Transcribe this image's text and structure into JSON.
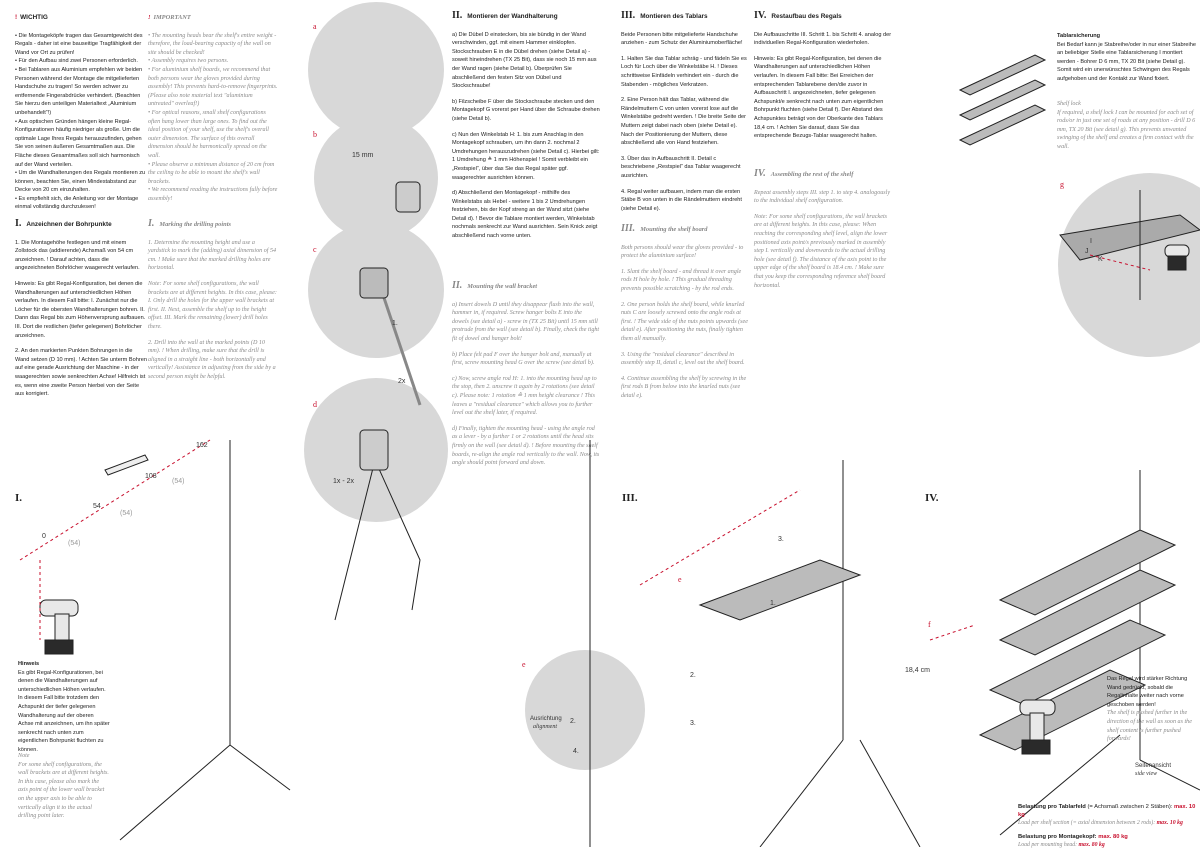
{
  "warn_de": {
    "title": "WICHTIG",
    "items": [
      "• Die Montageköpfe tragen das Gesamtgewicht des Regals - daher ist eine bauseitige Tragfähigkeit der Wand vor Ort zu prüfen!",
      "• Für den Aufbau sind zwei Personen erforderlich.",
      "• Bei Tablaren aus Aluminium empfehlen wir beiden Personen während der Montage die mitgelieferten Handschuhe zu tragen! So werden schwer zu entfernende Fingerabdrücke verhindert. (Beachten Sie hierzu den unteiligen Materialtext „Aluminium unbehandelt“!)",
      "• Aus optischen Gründen hängen kleine Regal-Konfigurationen häufig niedriger als große. Um die optimale Lage Ihres Regals herauszufinden, gehen Sie von seinen äußeren Gesamtmaßen aus. Die Fläche dieses Gesamtmaßes soll sich harmonisch auf der Wand verteilen.",
      "• Um die Wandhalterungen des Regals montieren zu können, beachten Sie, einen Mindestabstand zur Decke von 20 cm einzuhalten.",
      "• Es empfiehlt sich, die Anleitung vor der Montage einmal vollständig durchzulesen!"
    ]
  },
  "warn_en": {
    "title": "IMPORTANT",
    "items": [
      "• The mounting heads bear the shelf's entire weight - therefore, the load-bearing capacity of the wall on site should be checked!",
      "• Assembly requires two persons.",
      "• For aluminium shelf boards, we recommend that both persons wear the gloves provided during assembly! This prevents hard-to-remove fingerprints. (Please also note material text \"aluminium untreated\" overleaf!)",
      "• For optical reasons, small shelf configurations often hang lower than large ones. To find out the ideal position of your shelf, use the shelf's overall outer dimension. The surface of this overall dimension should be harmonically spread on the wall.",
      "• Please observe a minimum distance of 20 cm from the ceiling to be able to mount the shelf's wall brackets.",
      "• We recommend reading the instructions fully before assembly!"
    ]
  },
  "s1_de": {
    "num": "I.",
    "title": "Anzeichnen der Bohrpunkte",
    "items": [
      "1. Die Montagehöhe festlegen und mit einem Zollstock das (addierende) Achsmaß von 54 cm anzeichnen. ! Darauf achten, dass die angezeichneten Bohrlöcher waagerecht verlaufen.",
      "Hinweis: Es gibt Regal-Konfiguration, bei denen die Wandhalterungen auf unterschiedlichen Höhen verlaufen. In diesem Fall bitte: I. Zunächst nur die Löcher für die obersten Wandhalterungen bohren. II. Dann das Regal bis zum Höhenversprung aufbauen. III. Dort die restlichen (tiefer gelegenen) Bohrlöcher anzeichnen.",
      "2. An den markierten Punkten Bohrungen in die Wand setzen (D 10 mm). ! Achten Sie unterm Bohren auf eine gerade Ausrichtung der Maschine - in der waagerechten sowie senkrechten Achse! Hilfreich ist es, wenn eine zweite Person hierbei von der Seite aus korrigiert."
    ]
  },
  "s1_en": {
    "num": "I.",
    "title": "Marking the drilling points",
    "items": [
      "1. Determine the mounting height and use a yardstick to mark the (adding) axial dimension of 54 cm. ! Make sure that the marked drilling holes are horizontal.",
      "Note: For some shelf configurations, the wall brackets are at different heights. In this case, please: I. Only drill the holes for the upper wall brackets at first. II. Next, assemble the shelf up to the height offset. III. Mark the remaining (lower) drill holes there.",
      "2. Drill into the wall at the marked points (D 10 mm). ! When drilling, make sure that the drill is aligned in a straight line - both horizontally and vertically! Assistance in adjusting from the side by a second person might be helpful."
    ]
  },
  "s2_de": {
    "num": "II.",
    "title": "Montieren der Wandhalterung",
    "items": [
      "a) Die Dübel D einstecken, bis sie bündig in der Wand verschwinden, ggf. mit einem Hammer einklopfen. Stockschrauben E in die Dübel drehen (siehe Detail a) - soweit hineindrehen (TX 25 Bit), dass sie noch 15 mm aus der Wand ragen (siehe Detail b). Überprüfen Sie abschließend den festen Sitz von Dübel und Stockschraube!",
      "b) Filzscheibe F über die Stockschraube stecken und den Montagekopf G vorerst per Hand über die Schraube drehen (siehe Detail b).",
      "c) Nun den Winkelstab H: 1. bis zum Anschlag in den Montagekopf schrauben, um ihn dann 2. nochmal 2 Umdrehungen herauszudrehen (siehe Detail c). Hierbei gilt: 1 Umdrehung ≙ 1 mm Höhenspiel ! Somit verbleibt ein „Restspiel“, über das Sie das Regal später ggf. waagerechter ausrichten können.",
      "d) Abschließend den Montagekopf - mithilfe des Winkelstabs als Hebel - weitere 1 bis 2 Umdrehungen festziehen, bis der Kopf streng an der Wand sitzt (siehe Detail d). ! Bevor die Tablare montiert werden, Winkelstab nochmals senkrecht zur Wand ausrichten. Sein Knick zeigt abschließend nach vorne unten."
    ]
  },
  "s2_en": {
    "num": "II.",
    "title": "Mounting the wall bracket",
    "items": [
      "a) Insert dowels D until they disappear flush into the wall, hammer in, if required. Screw hanger bolts E into the dowels (see detail a) - screw in (TX 25 Bit) until 15 mm still protrude from the wall (see detail b). Finally, check the tight fit of dowel and hanger bolt!",
      "b) Place felt pad F over the hanger bolt and, manually at first, screw mounting head G over the screw (see detail b).",
      "c) Now, screw angle rod H: 1. into the mounting head up to the stop, then 2. unscrew it again by 2 rotations (see detail c). Please note: 1 rotation ≙ 1 mm height clearance ! This leaves a \"residual clearance\" which allows you to further level out the shelf later, if required.",
      "d) Finally, tighten the mounting head - using the angle rod as a lever - by a further 1 or 2 rotations until the head sits firmly on the wall (see detail d). ! Before mounting the shelf boards, re-align the angle rod vertically to the wall. Now, its angle should point forward and down."
    ]
  },
  "s3_de": {
    "num": "III.",
    "title": "Montieren des Tablars",
    "items": [
      "Beide Personen bitte mitgelieferte Handschuhe anziehen - zum Schutz der Aluminiumoberfläche!",
      "1. Halten Sie das Tablar schräg - und fädeln Sie es Loch für Loch über die Winkelstäbe H. ! Dieses schrittweise Einfädeln verhindert ein - durch die Stabenden - mögliches Verkratzen.",
      "2. Eine Person hält das Tablar, während die Rändelmuttern C von unten vorerst lose auf die Winkelstäbe gedreht werden. ! Die breite Seite der Muttern zeigt dabei nach oben (siehe Detail e). Nach der Positionierung der Muttern, diese abschließend alle von Hand festziehen.",
      "3. Über das in Aufbauschritt II. Detail c beschriebene „Restspiel“ das Tablar waagerecht ausrichten.",
      "4. Regal weiter aufbauen, indem man die ersten Stäbe B von unten in die Rändelmuttern eindreht (siehe Detail e)."
    ]
  },
  "s3_en": {
    "num": "III.",
    "title": "Mounting the shelf board",
    "items": [
      "Both persons should wear the gloves provided - to protect the aluminium surface!",
      "1. Slant the shelf board - and thread it over angle rods H hole by hole. ! This gradual threading prevents possible scratching - by the rod ends.",
      "2. One person holds the shelf board, while knurled nuts C are loosely screwed onto the angle rods at first. ! The wide side of the nuts points upwards (see detail e). After positioning the nuts, finally tighten them all manually.",
      "3. Using the \"residual clearance\" described in assembly step II, detail c, level out the shelf board.",
      "4. Continue assembling the shelf by screwing in the first rods B from below into the knurled nuts (see detail e)."
    ]
  },
  "s4_de": {
    "num": "IV.",
    "title": "Restaufbau des Regals",
    "items": [
      "Die Aufbauschritte III. Schritt 1. bis Schritt 4. analog der individuellen Regal-Konfiguration wiederholen.",
      "Hinweis: Es gibt Regal-Konfiguration, bei denen die Wandhalterungen auf unterschiedlichen Höhen verlaufen. In diesem Fall bitte: Bei Erreichen der entsprechenden Tablarebene den/die zuvor in Aufbauschritt I. angezeichneten, tiefer gelegenen Achspunkt/e senkrecht nach unten zum eigentlichen Bohrpunkt fluchten (siehe Detail f). Der Abstand des Achspunktes beträgt von der Oberkante des Tablars 18,4 cm. ! Achten Sie darauf, dass Sie das entsprechende Bezugs-Tablar waagerecht halten."
    ]
  },
  "s4_en": {
    "num": "IV.",
    "title": "Assembling the rest of the shelf",
    "items": [
      "Repeat assembly steps III. step 1. to step 4. analogously to the individual shelf configuration.",
      "Note: For some shelf configurations, the wall brackets are at different heights. In this case, please: When reaching the corresponding shelf level, align the lower positioned axis point/s previously marked in assembly step I. vertically and downwards to the actual drilling hole (see detail f). The distance of the axis point to the upper edge of the shelf board is 18.4 cm. ! Make sure that you keep the corresponding reference shelf board horizontal."
    ]
  },
  "lock_de": {
    "title": "Tablarsicherung",
    "text": "Bei Bedarf kann je Stabreihe/oder in nur einer Stabreihe an beliebiger Stelle eine Tablarsicherung I montiert werden - Bohrer D 6 mm, TX 20 Bit (siehe Detail g). Somit wird ein unerwünschtes Schwingen des Regals aufgehoben und der Kontakt zur Wand fixiert."
  },
  "lock_en": {
    "title": "Shelf lock",
    "text": "If required, a shelf lock I can be mounted for each set of rods/or in just one set of roads at any position - drill D 6 mm, TX 20 Bit (see detail g). This prevents unwanted swinging of the shelf and creates a firm contact with the wall."
  },
  "hint_de": {
    "title": "Hinweis",
    "text": "Es gibt Regal-Konfigurationen, bei denen die Wandhalterungen auf unterschiedlichen Höhen verlaufen. In diesem Fall bitte trotzdem den Achspunkt der tiefer gelegenen Wandhalterung auf der oberen Achse mit anzeichnen, um ihn später senkrecht nach unten zum eigentlichen Bohrpunkt fluchten zu können."
  },
  "hint_en": {
    "title": "Note",
    "text": "For some shelf configurations, the wall brackets are at different heights. In this case, please also mark the axis point of the lower wall bracket on the upper axis to be able to vertically align it to the actual drilling point later."
  },
  "push_de": "Das Regal wird stärker Richtung Wand gedrückt, sobald die Regalinhalte weiter nach vorne geschoben werden!",
  "push_en": "The shelf is pushed further in the direction of the wall as soon as the shelf content is further pushed forwards!",
  "load": {
    "l1_de": "Belastung pro Tablarfeld",
    "l1_de_note": "(= Achsmaß zwischen 2 Stäben):",
    "l1_en": "Load per shelf section (= axial dimension between 2 rods):",
    "l1_val": "max. 10 kg",
    "l2_de": "Belastung pro Montagekopf:",
    "l2_en": "Load per mounting head:",
    "l2_val": "max. 80 kg"
  },
  "diagram": {
    "sec1": "I.",
    "sec3": "III.",
    "sec4": "IV.",
    "d162": "162",
    "d108": "108",
    "d54": "54",
    "d0": "0",
    "d64a": "(54)",
    "d64b": "(54)",
    "d64c": "(54)",
    "mm15": "15 mm",
    "step1": "1.",
    "x2": "2x",
    "x12": "1x - 2x",
    "a": "a",
    "b": "b",
    "c": "c",
    "d": "d",
    "e": "e",
    "f": "f",
    "g": "g",
    "e2": "e",
    "n1": "1.",
    "n2": "2.",
    "n3": "3.",
    "n2b": "2.",
    "n3b": "3.",
    "n4": "4.",
    "align_de": "Ausrichtung",
    "align_en": "alignment",
    "cm184": "18,4 cm",
    "side_de": "Seitenansicht",
    "side_en": "side view",
    "I": "I",
    "J": "J",
    "K": "K"
  },
  "colors": {
    "accent": "#c8102e",
    "disc": "#d6d6d6"
  }
}
